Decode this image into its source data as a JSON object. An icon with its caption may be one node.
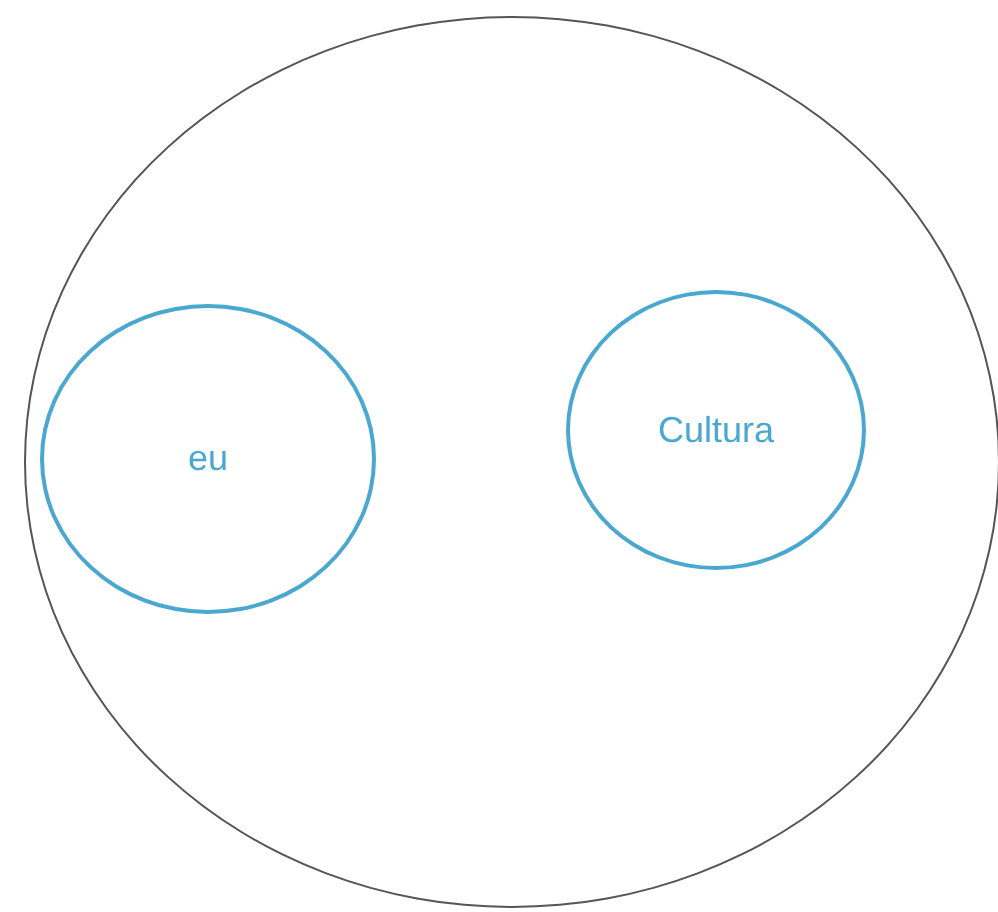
{
  "diagram": {
    "nodes": [
      {
        "text": [],
        "shape": "circle"
      },
      {
        "text": [
          "eu"
        ],
        "in": 0
      },
      {
        "text": [
          "Cultura"
        ],
        "in": 0
      }
    ]
  }
}
